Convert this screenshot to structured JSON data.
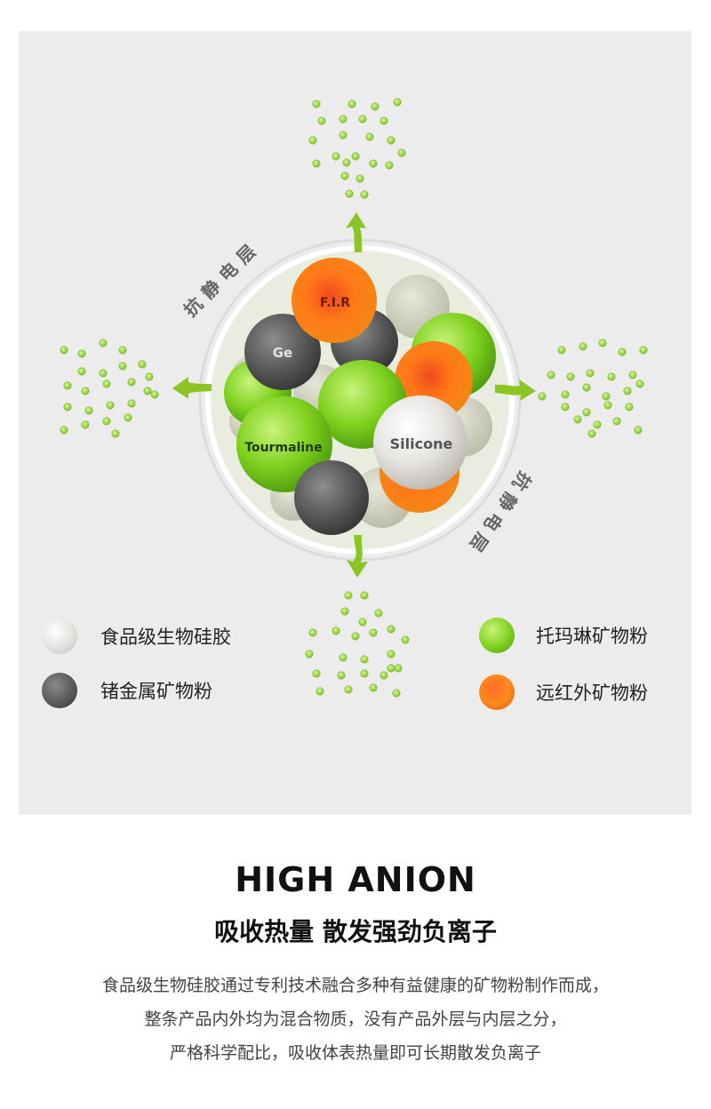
{
  "diagram": {
    "ring_label_top": "抗静电层",
    "ring_label_bottom": "抗静电层",
    "balls": {
      "fir": "F.I.R",
      "ge": "Ge",
      "tourmaline": "Tourmaline",
      "silicone": "Silicone"
    }
  },
  "legend": {
    "silicone": "食品级生物硅胶",
    "germanium": "锗金属矿物粉",
    "tourmaline": "托玛琳矿物粉",
    "far_infrared": "远红外矿物粉"
  },
  "colors": {
    "green": "#7cc520",
    "orange": "#ff7a1a",
    "gray": "#5a5a5a",
    "silicone": "#e4e2de",
    "panel": "#ececec"
  },
  "heading": {
    "title": "HIGH ANION",
    "subtitle": "吸收热量 散发强劲负离子"
  },
  "description": {
    "lines": [
      "食品级生物硅胶通过专利技术融合多种有益健康的矿物粉制作而成，",
      "整条产品内外均为混合物质，没有产品外层与内层之分，",
      "严格科学配比，吸收体表热量即可长期散发负离子"
    ]
  }
}
